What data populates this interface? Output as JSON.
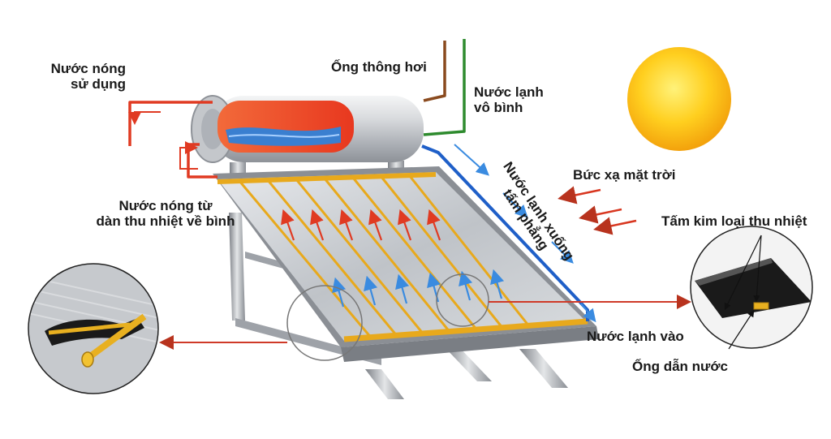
{
  "labels": {
    "hot_water_use": [
      "Nước nóng",
      "sử dụng"
    ],
    "vent_pipe": "Ống thông hơi",
    "cold_water_in_tank": [
      "Nước lạnh",
      "vô bình"
    ],
    "solar_radiation": "Bức xạ mặt trời",
    "cold_water_down_panel": [
      "Nước lạnh xuống",
      "tấm phẳng"
    ],
    "heat_absorber_plate": "Tấm kim loại thu nhiệt",
    "hot_water_from_collector": [
      "Nước nóng từ",
      "dàn thu nhiệt về bình"
    ],
    "cold_water_inlet": "Nước lạnh vào",
    "water_pipe": "Ống dẫn nước"
  },
  "colors": {
    "hot": "#e03a22",
    "cold": "#2a6fd6",
    "vent": "#8a4a1e",
    "inlet": "#2e8b2e",
    "copper": "#e8a91c",
    "sun": "#ffc41a",
    "panel": "#c9ccd1",
    "steel": "#aeb2b8"
  },
  "icons": {
    "sun": "sun-icon",
    "tank": "storage-tank-icon",
    "collector": "flat-plate-collector-icon",
    "zoom_left": "magnified-pipe-cross-section-icon",
    "zoom_right": "magnified-absorber-plate-icon"
  }
}
